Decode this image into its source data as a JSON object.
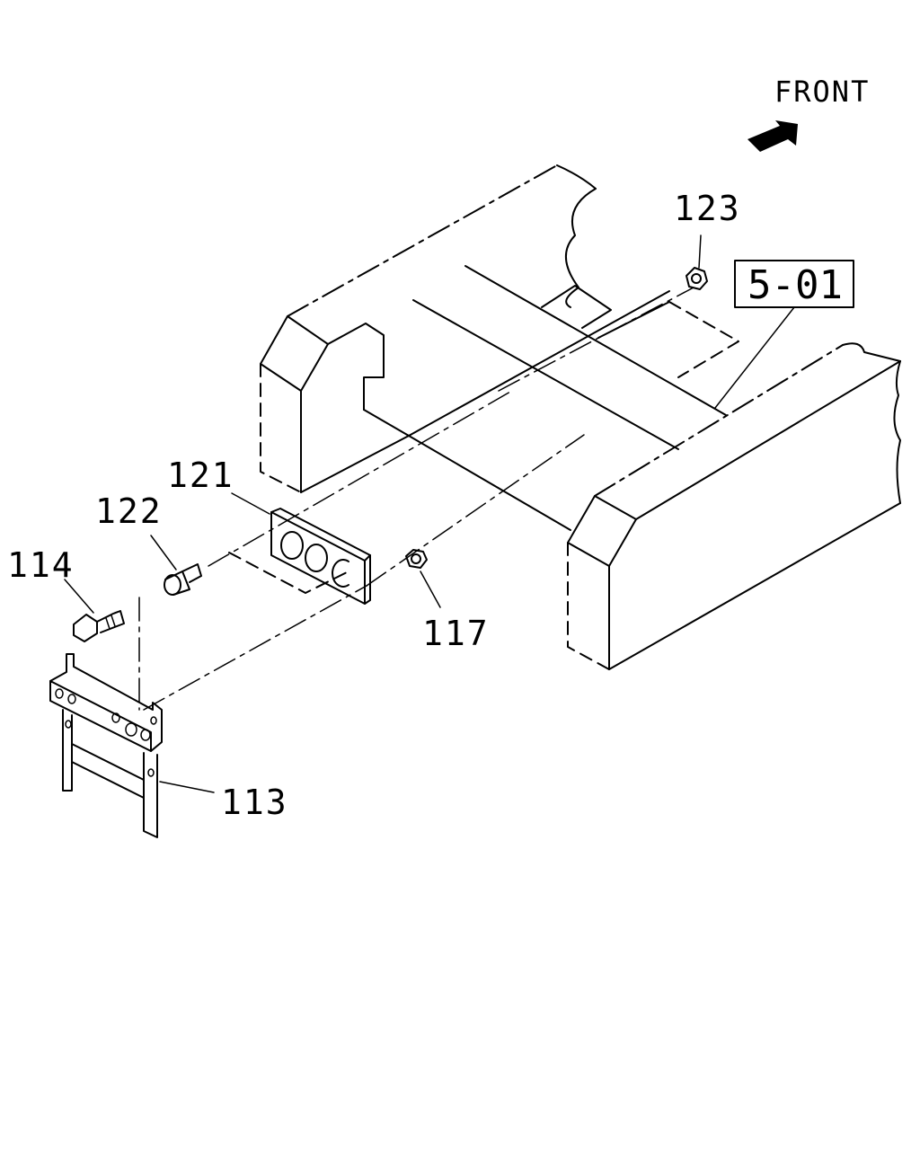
{
  "direction_label": "FRONT",
  "reference_box": "5-01",
  "callouts": [
    {
      "id": "c123",
      "label": "123"
    },
    {
      "id": "c121",
      "label": "121"
    },
    {
      "id": "c122",
      "label": "122"
    },
    {
      "id": "c114",
      "label": "114"
    },
    {
      "id": "c117",
      "label": "117"
    },
    {
      "id": "c113",
      "label": "113"
    }
  ]
}
